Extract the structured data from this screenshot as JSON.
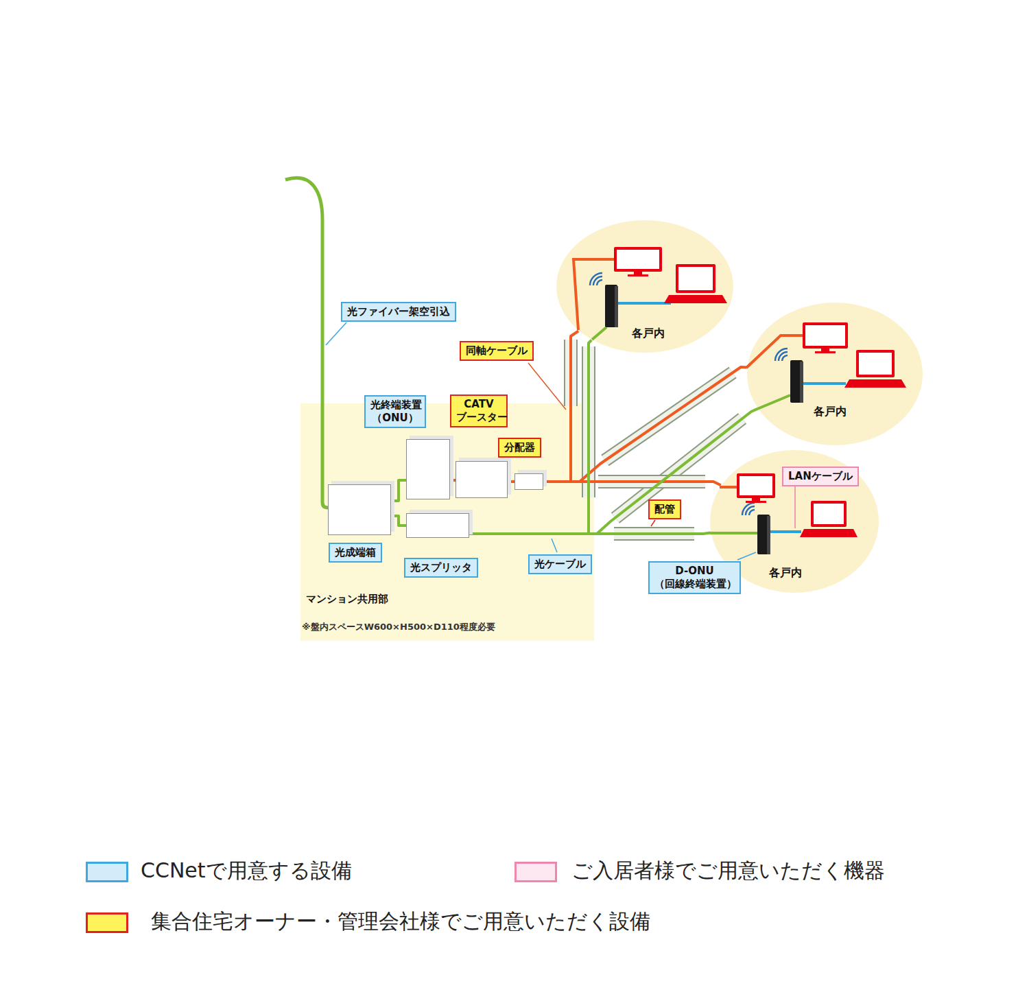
{
  "diagram": {
    "nodes": [
      {
        "text": [
          "マンション共用部",
          "※盤内スペースW600×H500×D110程度必要"
        ]
      },
      {
        "text": [
          "光成端箱"
        ],
        "in": 0
      },
      {
        "text": [
          "光終端装置 （ONU）"
        ],
        "in": 0
      },
      {
        "text": [
          "CATV ブースター"
        ],
        "in": 0
      },
      {
        "text": [
          "分配器"
        ],
        "in": 0
      },
      {
        "text": [
          "光スプリッタ"
        ],
        "in": 0
      },
      {
        "text": [
          "各戸内"
        ]
      },
      {
        "text": [
          "各戸内"
        ]
      },
      {
        "text": [
          "各戸内"
        ]
      }
    ],
    "edges": [
      {
        "from": 1,
        "to": 2,
        "arrow": "none"
      },
      {
        "from": 1,
        "to": 5,
        "arrow": "none"
      },
      {
        "from": 2,
        "to": 3,
        "arrow": "none"
      },
      {
        "from": 3,
        "to": 4,
        "arrow": "none"
      },
      {
        "from": 4,
        "to": 6,
        "arrow": "none"
      },
      {
        "from": 4,
        "to": 7,
        "arrow": "none"
      },
      {
        "from": 4,
        "to": 8,
        "arrow": "none"
      },
      {
        "from": 5,
        "to": 6,
        "arrow": "none"
      },
      {
        "from": 5,
        "to": 7,
        "arrow": "none"
      },
      {
        "from": 5,
        "to": 8,
        "arrow": "none"
      }
    ],
    "labels": [
      "光ファイバー架空引込",
      "同軸ケーブル",
      "光ケーブル",
      "配管",
      "D-ONU （回線終端装置）",
      "LANケーブル"
    ],
    "legend": [
      {
        "text": "CCNetで用意する設備",
        "color": "#d3ecfa"
      },
      {
        "text": "ご入居者様でご用意いただく機器",
        "color": "#fde7f0"
      },
      {
        "text": "集合住宅オーナー・管理会社様でご用意いただく設備",
        "color": "#fff35c"
      }
    ]
  }
}
